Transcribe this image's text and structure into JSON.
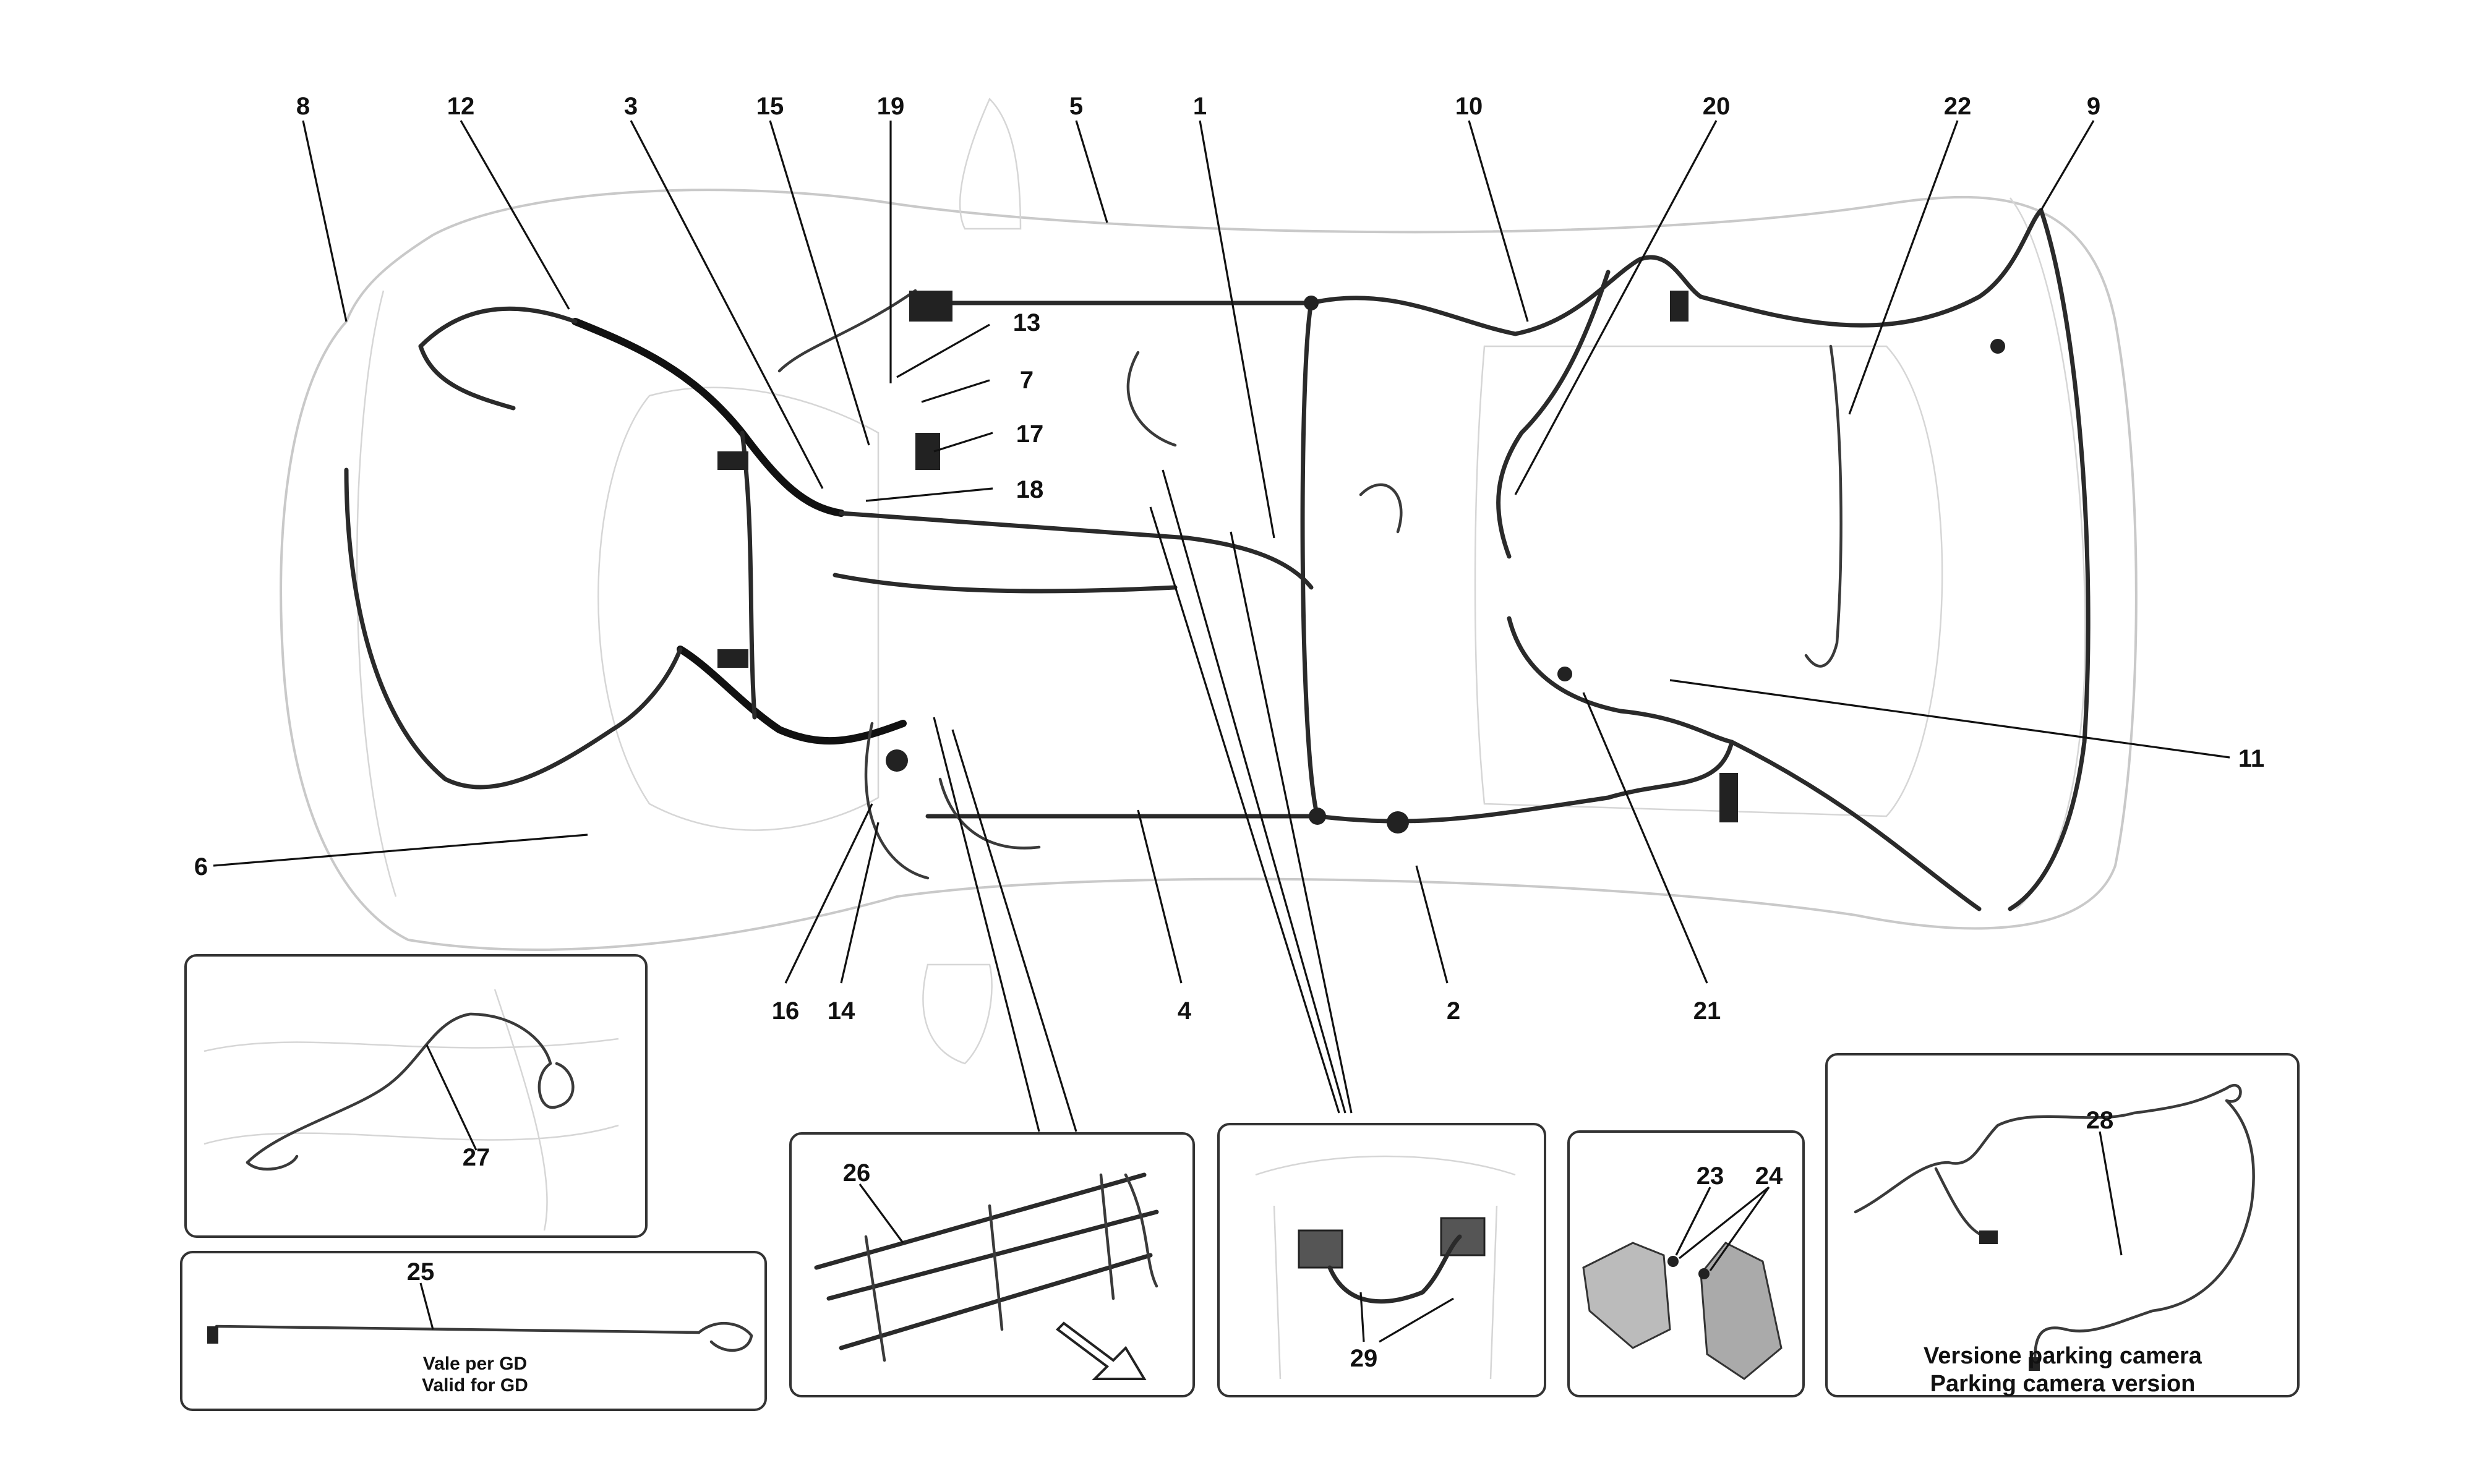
{
  "callouts": [
    "1",
    "2",
    "3",
    "4",
    "5",
    "6",
    "7",
    "8",
    "9",
    "10",
    "11",
    "12",
    "13",
    "14",
    "15",
    "16",
    "17",
    "18",
    "19",
    "20",
    "21",
    "22",
    "23",
    "24",
    "25",
    "26",
    "27",
    "28",
    "29"
  ],
  "notes": {
    "gd_it": "Vale per GD",
    "gd_en": "Valid for GD",
    "camera_it": "Versione parking camera",
    "camera_en": "Parking camera version"
  }
}
